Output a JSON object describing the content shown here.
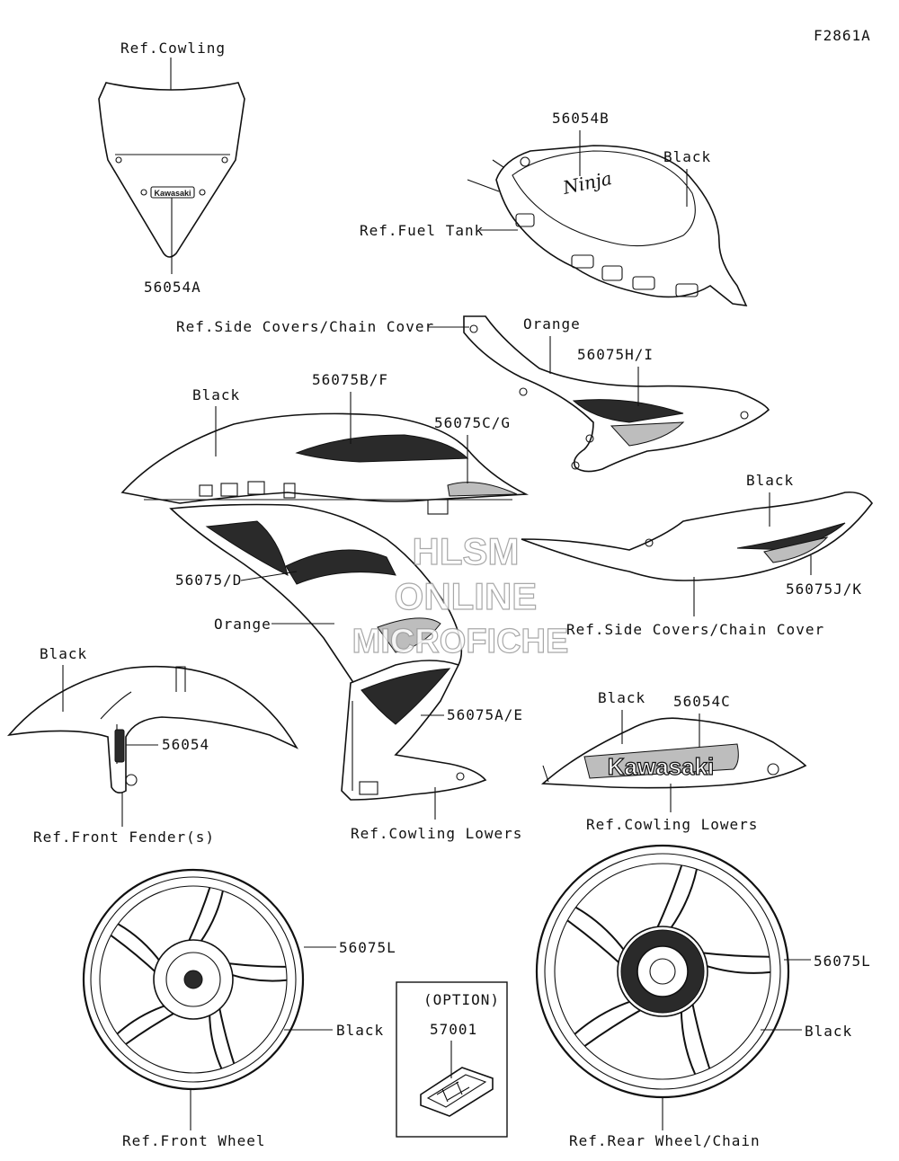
{
  "figure_code": "F2861A",
  "watermark": {
    "line1": "HLSM",
    "line2": "ONLINE",
    "line3": "MICROFICHE"
  },
  "labels": {
    "ref_cowling": "Ref.Cowling",
    "p56054A": "56054A",
    "p56054B": "56054B",
    "black_tank": "Black",
    "ref_fuel_tank": "Ref.Fuel Tank",
    "ref_side_covers_top": "Ref.Side Covers/Chain Cover",
    "orange_top": "Orange",
    "p56075HI": "56075H/I",
    "black_cowl": "Black",
    "p56075BF": "56075B/F",
    "p56075CG": "56075C/G",
    "black_side": "Black",
    "p56075D": "56075/D",
    "p56075JK": "56075J/K",
    "orange_cowl": "Orange",
    "ref_side_covers_bottom": "Ref.Side Covers/Chain Cover",
    "black_fender": "Black",
    "p56054": "56054",
    "p56075AE": "56075A/E",
    "black_lower": "Black",
    "p56054C": "56054C",
    "ref_front_fender": "Ref.Front Fender(s)",
    "ref_cowling_lowers_left": "Ref.Cowling Lowers",
    "ref_cowling_lowers_right": "Ref.Cowling Lowers",
    "p56075L_front": "56075L",
    "black_front_wheel": "Black",
    "option": "(OPTION)",
    "p57001": "57001",
    "p56075L_rear": "56075L",
    "black_rear_wheel": "Black",
    "ref_front_wheel": "Ref.Front Wheel",
    "ref_rear_wheel": "Ref.Rear Wheel/Chain"
  },
  "decal_text": {
    "kawasaki_small": "Kawasaki",
    "kawasaki_large": "Kawasaki",
    "ninja": "Ninja"
  }
}
